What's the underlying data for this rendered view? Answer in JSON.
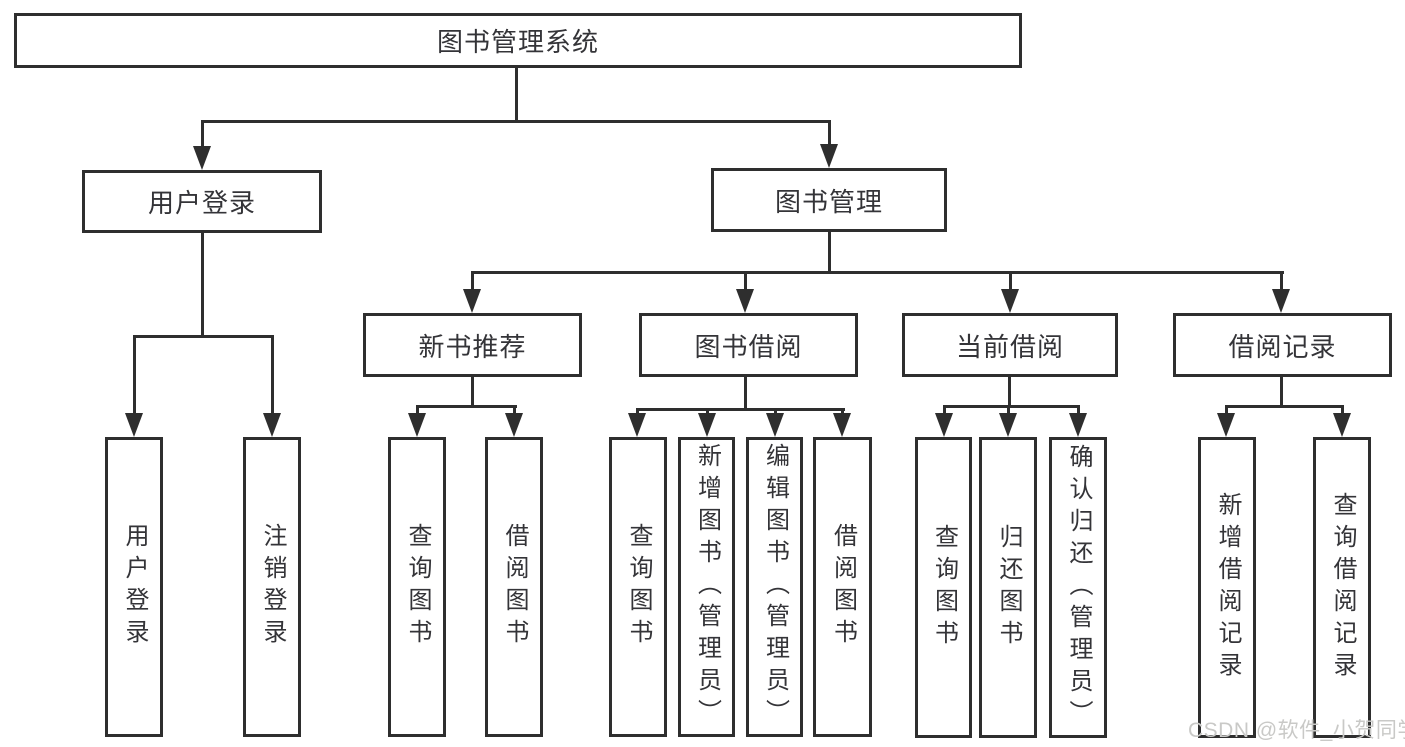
{
  "tree": {
    "root": {
      "label": "图书管理系统"
    },
    "branches": [
      {
        "label": "用户登录",
        "children": [
          {
            "label": "用户登录"
          },
          {
            "label": "注销登录"
          }
        ]
      },
      {
        "label": "图书管理",
        "children": [
          {
            "label": "新书推荐",
            "children": [
              {
                "label": "查询图书"
              },
              {
                "label": "借阅图书"
              }
            ]
          },
          {
            "label": "图书借阅",
            "children": [
              {
                "label": "查询图书"
              },
              {
                "label": "新增图书（管理员）"
              },
              {
                "label": "编辑图书（管理员）"
              },
              {
                "label": "借阅图书"
              }
            ]
          },
          {
            "label": "当前借阅",
            "children": [
              {
                "label": "查询图书"
              },
              {
                "label": "归还图书"
              },
              {
                "label": "确认归还（管理员）"
              }
            ]
          },
          {
            "label": "借阅记录",
            "children": [
              {
                "label": "新增借阅记录"
              },
              {
                "label": "查询借阅记录"
              }
            ]
          }
        ]
      }
    ]
  },
  "watermark": {
    "text": "CSDN @软件_小贺同学"
  },
  "colors": {
    "line": "#2e2e2e",
    "box_border": "#2e2e2e",
    "box_background": "#ffffff",
    "text": "#343438",
    "watermark": "#c9c9c7",
    "page_background": "#ffffff"
  }
}
